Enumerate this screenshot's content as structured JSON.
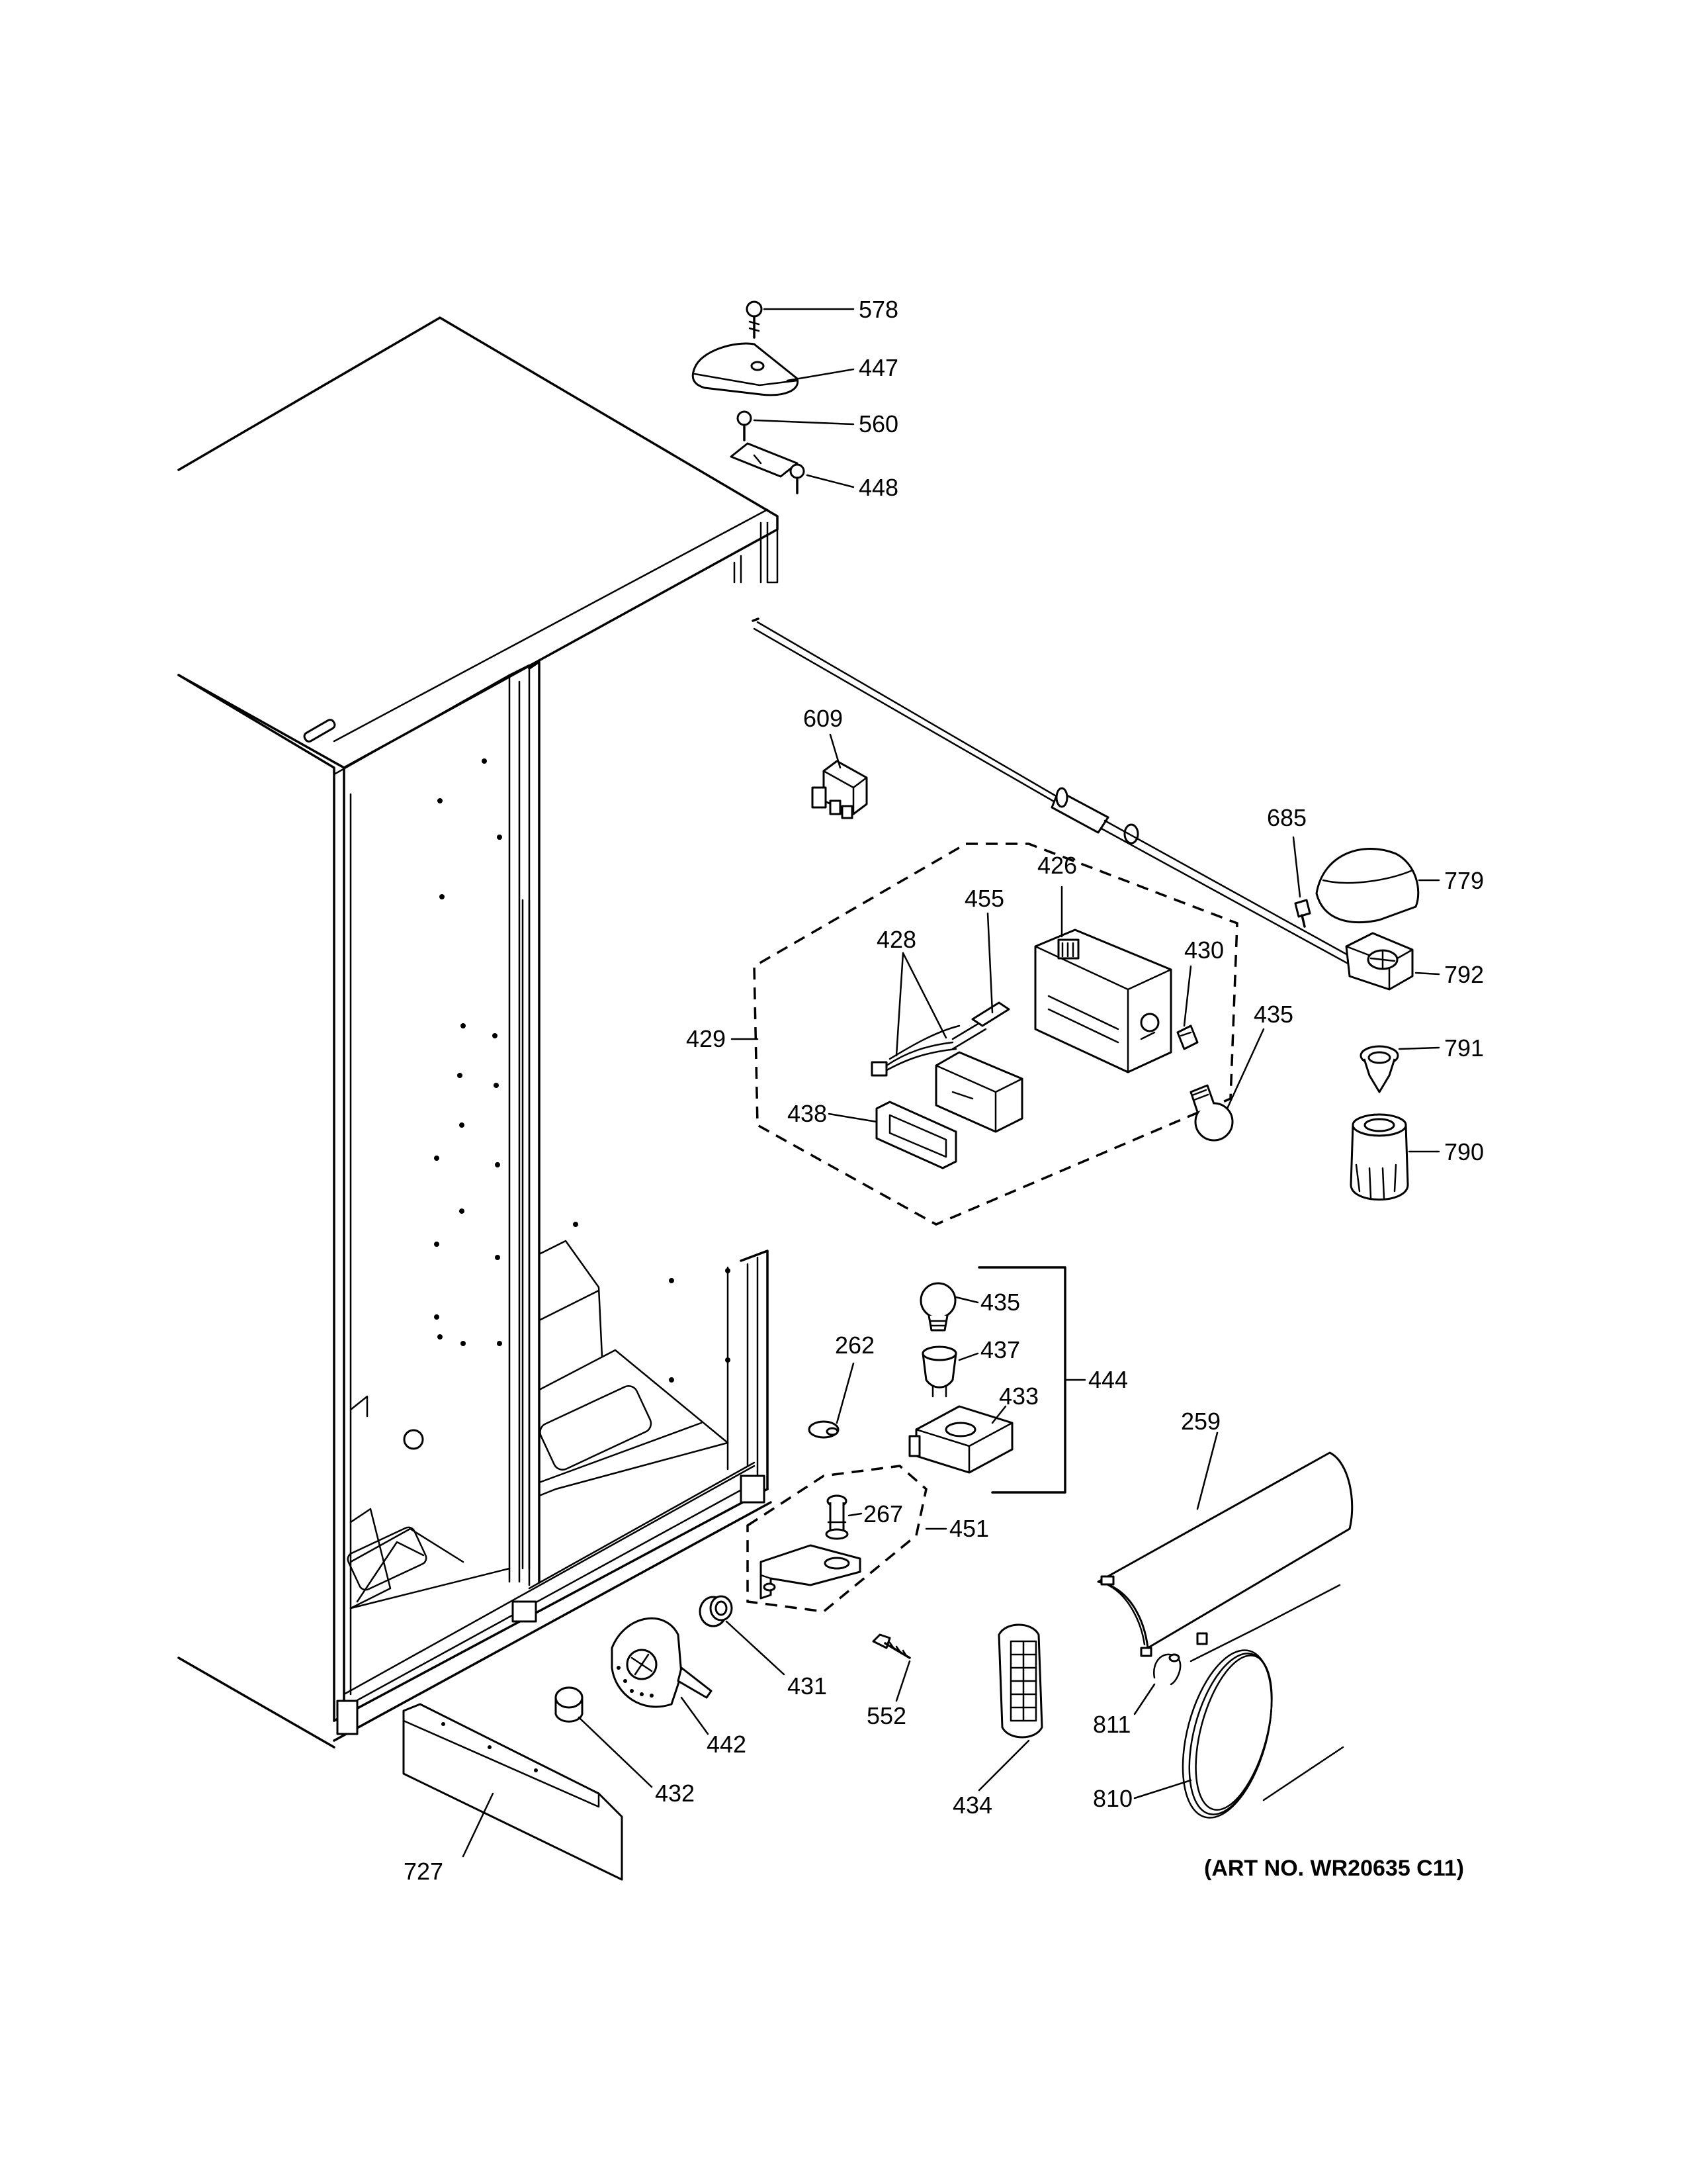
{
  "callouts": {
    "p578": "578",
    "p447": "447",
    "p560": "560",
    "p448": "448",
    "p609": "609",
    "p685": "685",
    "p779": "779",
    "p792": "792",
    "p791": "791",
    "p790": "790",
    "p426": "426",
    "p455": "455",
    "p428": "428",
    "p430": "430",
    "p435a": "435",
    "p429": "429",
    "p438": "438",
    "p435b": "435",
    "p437": "437",
    "p433": "433",
    "p444": "444",
    "p262": "262",
    "p267": "267",
    "p451": "451",
    "p259": "259",
    "p431": "431",
    "p442": "442",
    "p432": "432",
    "p552": "552",
    "p434": "434",
    "p811": "811",
    "p810": "810",
    "p727": "727"
  },
  "art_number": "(ART NO. WR20635 C11)"
}
